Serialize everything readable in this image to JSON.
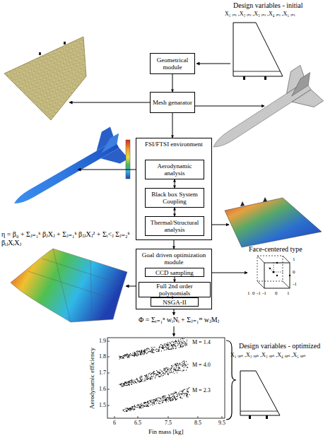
{
  "diagram": {
    "nodes": [
      {
        "text": [
          "Geometrical module"
        ]
      },
      {
        "text": [
          "Mesh genarator"
        ]
      },
      {
        "text": [
          "FSI/FTSI environment"
        ]
      },
      {
        "text": [
          "Aerodynamic analysis"
        ],
        "in": 2
      },
      {
        "text": [
          "Black box System Coupling"
        ],
        "in": 2
      },
      {
        "text": [
          "Thermal/Structural analysis"
        ],
        "in": 2
      },
      {
        "text": [
          "Goal driven optimization module"
        ]
      },
      {
        "text": [
          "CCD sampling"
        ],
        "in": 6
      },
      {
        "text": [
          "Full 2nd order polynomials"
        ],
        "in": 6
      },
      {
        "text": [
          "NSGA-II"
        ],
        "in": 6
      }
    ],
    "edges": [
      {
        "from": 0,
        "to": 1,
        "arrow": "to"
      },
      {
        "from": 1,
        "to": 2,
        "arrow": "to"
      },
      {
        "from": 3,
        "to": 4,
        "arrow": "both"
      },
      {
        "from": 4,
        "to": 5,
        "arrow": "both"
      },
      {
        "from": 2,
        "to": 6,
        "arrow": "to"
      },
      {
        "from": 7,
        "to": 8,
        "arrow": "to"
      },
      {
        "from": 8,
        "to": 9,
        "arrow": "to"
      }
    ],
    "labels": [
      "Design variables - initial",
      "X₁ ᵢₙᵢ ,X₂ ᵢₙᵢ ,X₃ ᵢₙᵢ ,X₄ ᵢₙᵢ ,X₅ ᵢₙᵢ",
      "η = β₀ + Σⱼ₌₁ᵏ βⱼXⱼ + Σⱼ₌₁ᵏ βⱼⱼXⱼ² + Σᵢ<ⱼ Σⱼ₌₂ᵏ βᵢⱼXᵢXⱼ",
      "Face-centered type",
      "1",
      "0",
      "-1",
      "-1",
      "0",
      "1",
      "1",
      "0",
      "-1",
      "Φ = Σᵢ₌₁ⁿ wᵢNᵢ + Σⱼ₌₁ᵐ wⱼMⱼ",
      "Aerodynamic efficiency",
      "Fin mass [kg]",
      "1.9",
      "1.8",
      "1.7",
      "1.6",
      "1.5",
      "6",
      "6.5",
      "7.5",
      "8.5",
      "9.5",
      "M = 1.4",
      "M = 4.0",
      "M = 2.3",
      "Design variables - optimized",
      "X₁ ₒₚₜ ,X₂ ₒₚₜ ,X₃ ₒₚₜ ,X₄ ₒₚₜ ,X₅ ₒₚₜ"
    ]
  }
}
